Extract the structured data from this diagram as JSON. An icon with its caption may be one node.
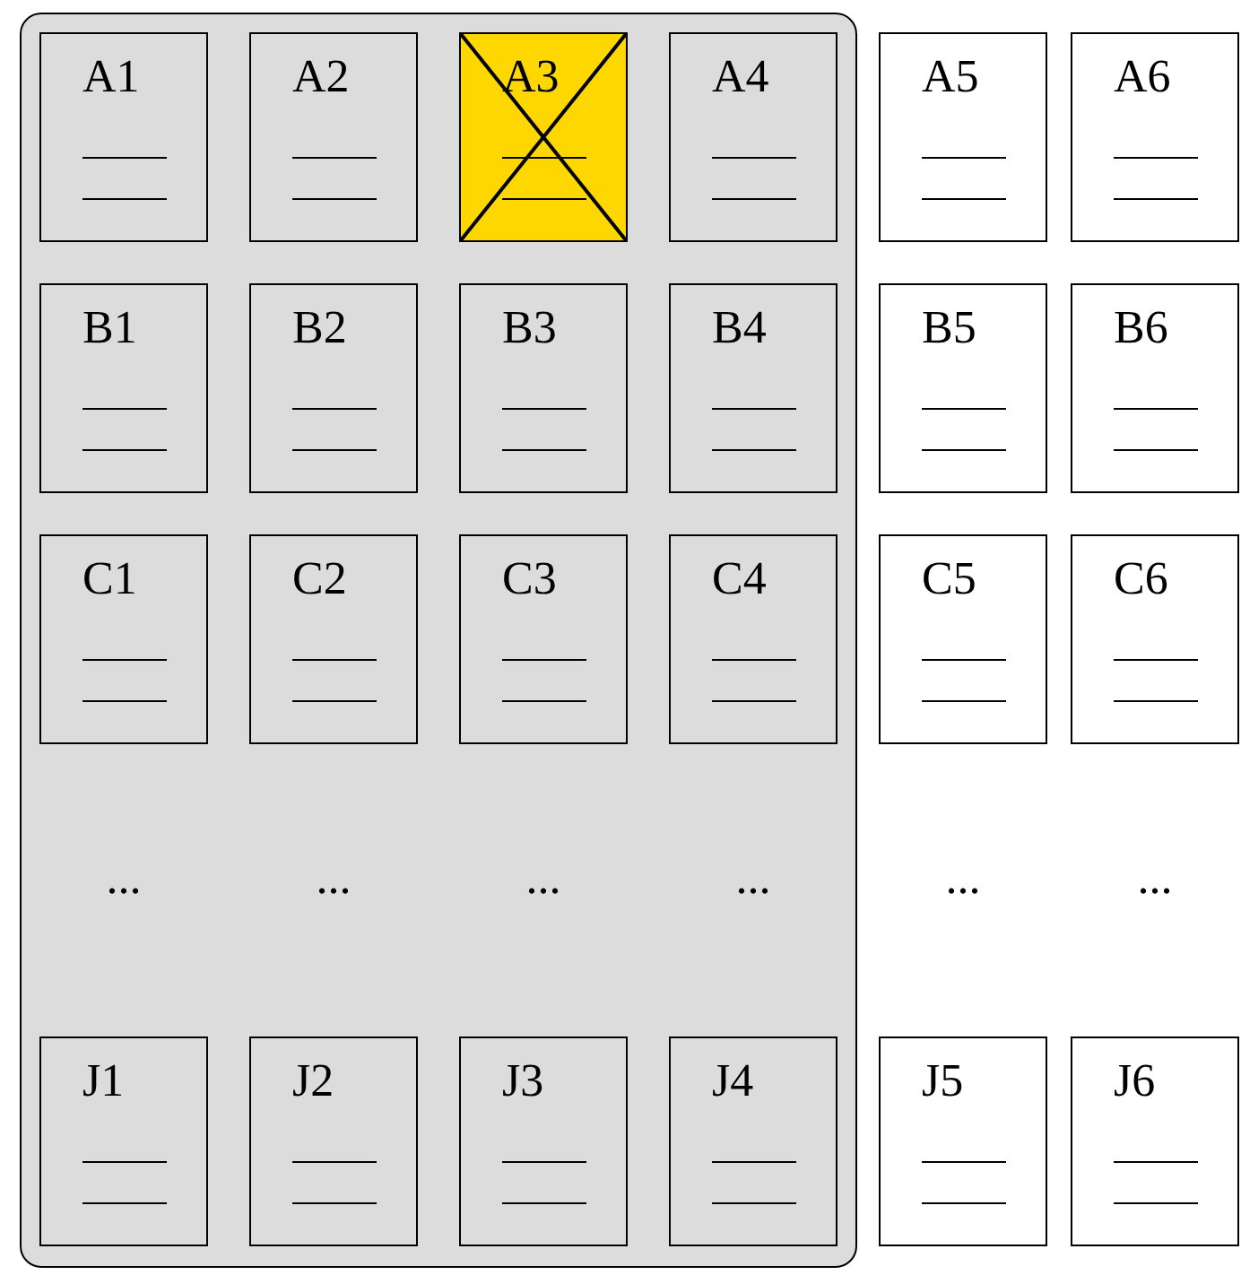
{
  "diagram": {
    "nodes": [
      {
        "text": [],
        "shape": "box"
      },
      {
        "text": [
          "A1"
        ],
        "in": 0
      },
      {
        "text": [
          "A2"
        ],
        "in": 0
      },
      {
        "text": [
          "A3"
        ],
        "in": 0
      },
      {
        "text": [
          "A4"
        ],
        "in": 0
      },
      {
        "text": [
          "A5"
        ]
      },
      {
        "text": [
          "A6"
        ]
      },
      {
        "text": [
          "B1"
        ],
        "in": 0
      },
      {
        "text": [
          "B2"
        ],
        "in": 0
      },
      {
        "text": [
          "B3"
        ],
        "in": 0
      },
      {
        "text": [
          "B4"
        ],
        "in": 0
      },
      {
        "text": [
          "B5"
        ]
      },
      {
        "text": [
          "B6"
        ]
      },
      {
        "text": [
          "C1"
        ],
        "in": 0
      },
      {
        "text": [
          "C2"
        ],
        "in": 0
      },
      {
        "text": [
          "C3"
        ],
        "in": 0
      },
      {
        "text": [
          "C4"
        ],
        "in": 0
      },
      {
        "text": [
          "C5"
        ]
      },
      {
        "text": [
          "C6"
        ]
      },
      {
        "text": [
          "J1"
        ],
        "in": 0
      },
      {
        "text": [
          "J2"
        ],
        "in": 0
      },
      {
        "text": [
          "J3"
        ],
        "in": 0
      },
      {
        "text": [
          "J4"
        ],
        "in": 0
      },
      {
        "text": [
          "J5"
        ]
      },
      {
        "text": [
          "J6"
        ]
      }
    ],
    "labels": [
      "...",
      "...",
      "...",
      "...",
      "...",
      "..."
    ]
  }
}
